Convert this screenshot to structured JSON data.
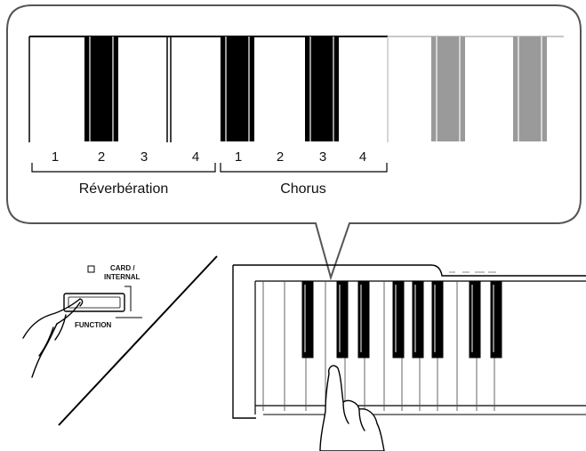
{
  "callout": {
    "key_numbers": [
      "1",
      "2",
      "3",
      "4",
      "1",
      "2",
      "3",
      "4"
    ],
    "groups": [
      {
        "label": "Réverbération"
      },
      {
        "label": "Chorus"
      }
    ]
  },
  "panel": {
    "card_internal_line1": "CARD /",
    "card_internal_line2": "INTERNAL",
    "function_label": "FUNCTION"
  },
  "colors": {
    "ink": "#000000",
    "callout_border": "#555555",
    "faded_key": "#9a9a9a",
    "faded_line": "#c8c8c8"
  }
}
